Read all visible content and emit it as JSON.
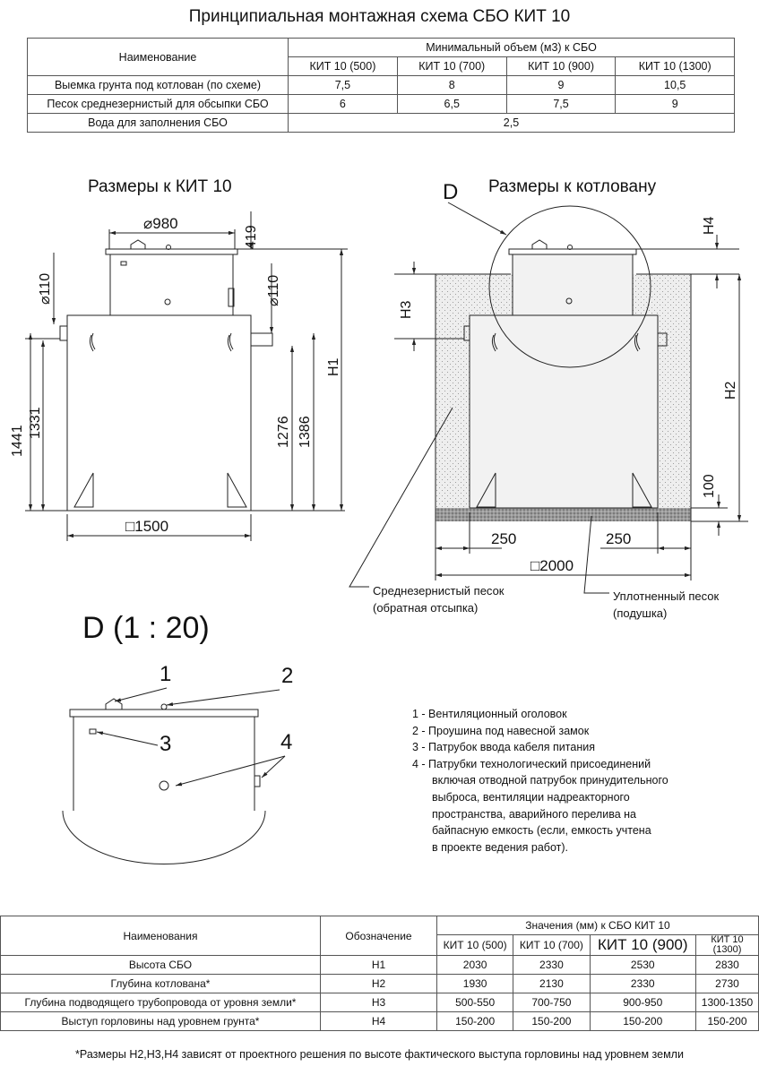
{
  "title": "Принципиальная монтажная схема СБО КИТ 10",
  "volume_table": {
    "name_header": "Наименование",
    "group_header": "Минимальный объем (м3) к СБО",
    "columns": [
      "КИТ 10 (500)",
      "КИТ 10 (700)",
      "КИТ 10 (900)",
      "КИТ 10 (1300)"
    ],
    "rows": [
      {
        "name": "Выемка грунта под котлован (по схеме)",
        "values": [
          "7,5",
          "8",
          "9",
          "10,5"
        ]
      },
      {
        "name": "Песок среднезернистый для обсыпки СБО",
        "values": [
          "6",
          "6,5",
          "7,5",
          "9"
        ]
      }
    ],
    "water_row": {
      "name": "Вода для заполнения СБО",
      "value": "2,5"
    }
  },
  "left_view": {
    "heading": "Размеры к КИТ 10",
    "dims": {
      "d980": "⌀980",
      "d110_top": "⌀110",
      "d110_side": "⌀110",
      "h419": "419",
      "w1500": "□1500",
      "h1441": "1441",
      "h1331": "1331",
      "h1276": "1276",
      "h1386": "1386",
      "H1": "H1"
    }
  },
  "right_view": {
    "heading": "Размеры к котловану",
    "detail_marker": "D",
    "dims": {
      "H4": "H4",
      "H3": "H3",
      "H2": "H2",
      "h100": "100",
      "w250a": "250",
      "w250b": "250",
      "w2000": "□2000"
    },
    "note_sand_l1": "Среднезернистый песок",
    "note_sand_l2": "(обратная отсыпка)",
    "note_pad_l1": "Уплотненный песок",
    "note_pad_l2": "(подушка)"
  },
  "detail": {
    "title": "D (1 : 20)",
    "callouts": [
      "1",
      "2",
      "3",
      "4"
    ]
  },
  "legend": [
    "1 - Вентиляционный оголовок",
    "2 - Проушина под навесной замок",
    "3 - Патрубок ввода кабеля питания",
    "4 - Патрубки технологический присоединений",
    "включая отводной патрубок принудительного",
    "выброса, вентиляции надреакторного",
    "пространства, аварийного перелива на",
    "байпасную емкость (если, емкость учтена",
    "в проекте ведения работ)."
  ],
  "dims_table": {
    "name_header": "Наименования",
    "code_header": "Обозначение",
    "group_header": "Значения (мм) к СБО КИТ 10",
    "columns": [
      "КИТ 10 (500)",
      "КИТ 10 (700)",
      "КИТ 10 (900)",
      "КИТ 10"
    ],
    "col4_sub": "(1300)",
    "rows": [
      {
        "name": "Высота СБО",
        "code": "H1",
        "values": [
          "2030",
          "2330",
          "2530",
          "2830"
        ]
      },
      {
        "name": "Глубина котлована*",
        "code": "H2",
        "values": [
          "1930",
          "2130",
          "2330",
          "2730"
        ]
      },
      {
        "name": "Глубина подводящего трубопровода от уровня земли*",
        "code": "H3",
        "values": [
          "500-550",
          "700-750",
          "900-950",
          "1300-1350"
        ]
      },
      {
        "name": "Выступ горловины над уровнем грунта*",
        "code": "H4",
        "values": [
          "150-200",
          "150-200",
          "150-200",
          "150-200"
        ]
      }
    ]
  },
  "footnote": "*Размеры H2,H3,H4 зависят от проектного решения по высоте фактического выступа горловины над уровнем земли",
  "colors": {
    "line": "#222222",
    "sand": "#ebebeb",
    "pad": "#8a8a8a"
  }
}
